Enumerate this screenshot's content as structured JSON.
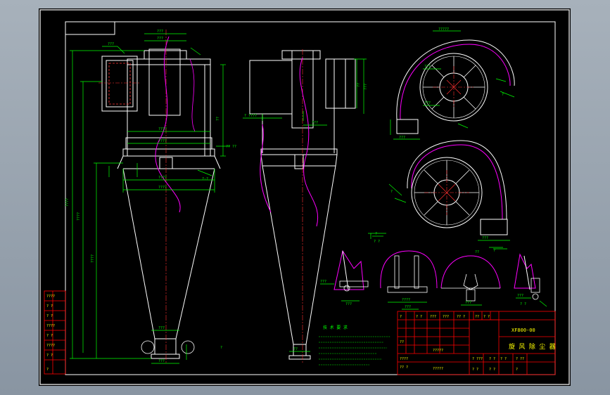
{
  "drawing": {
    "colors": {
      "background": "#000000",
      "sheet_frame": "#ffffff",
      "geometry": "#ffffff",
      "dimension": "#00ff00",
      "centerline": "#ff3030",
      "hatch": "#ff00ff",
      "title_grid": "#ff0000",
      "title_text": "#ffff00"
    },
    "title_block": {
      "drawing_number": "XF800-00",
      "drawing_name": "旋 风 除 尘 器"
    },
    "notes": {
      "heading": "技 术 要 求"
    }
  }
}
